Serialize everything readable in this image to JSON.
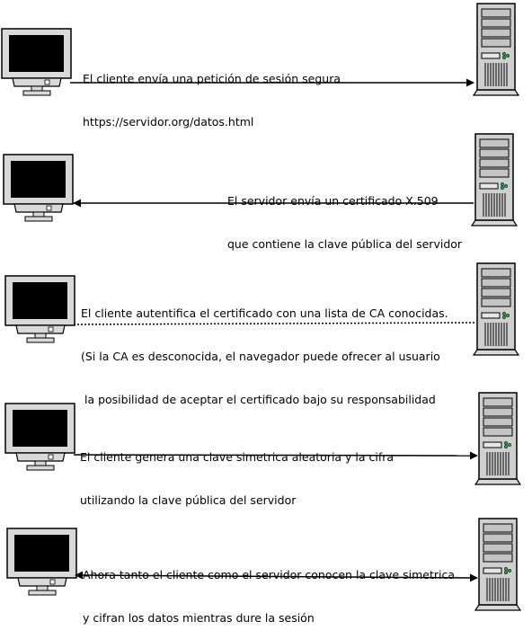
{
  "steps": [
    {
      "lines": [
        "El cliente envía una petición de sesión segura",
        "https://servidor.org/datos.html"
      ],
      "arrow": "to-server",
      "line_style": "solid"
    },
    {
      "lines": [
        "El servidor envía un certificado X.509",
        "que contiene la clave pública del servidor"
      ],
      "arrow": "to-client",
      "line_style": "solid"
    },
    {
      "lines": [
        "El cliente autentifica el certificado con una lista de CA conocidas.",
        "(Si la CA es desconocida, el navegador puede ofrecer al usuario",
        " la posibilidad de aceptar el certificado bajo su responsabilidad"
      ],
      "arrow": "none",
      "line_style": "dotted"
    },
    {
      "lines": [
        "El cliente genera una clave simetrica aleatoria y la cifra",
        "utilizando la clave pública del servidor"
      ],
      "arrow": "to-server",
      "line_style": "solid"
    },
    {
      "lines": [
        "Ahora tanto el cliente como el servidor conocen la clave simetrica",
        "y cifran los datos mientras dure la sesión"
      ],
      "arrow": "both",
      "line_style": "solid"
    }
  ],
  "icons": {
    "client": "computer-monitor-icon",
    "server": "server-tower-icon"
  },
  "colors": {
    "line": "#000000",
    "screen": "#000000",
    "device_fill": "#d9d9d9",
    "server_fill": "#cfcfcf"
  }
}
